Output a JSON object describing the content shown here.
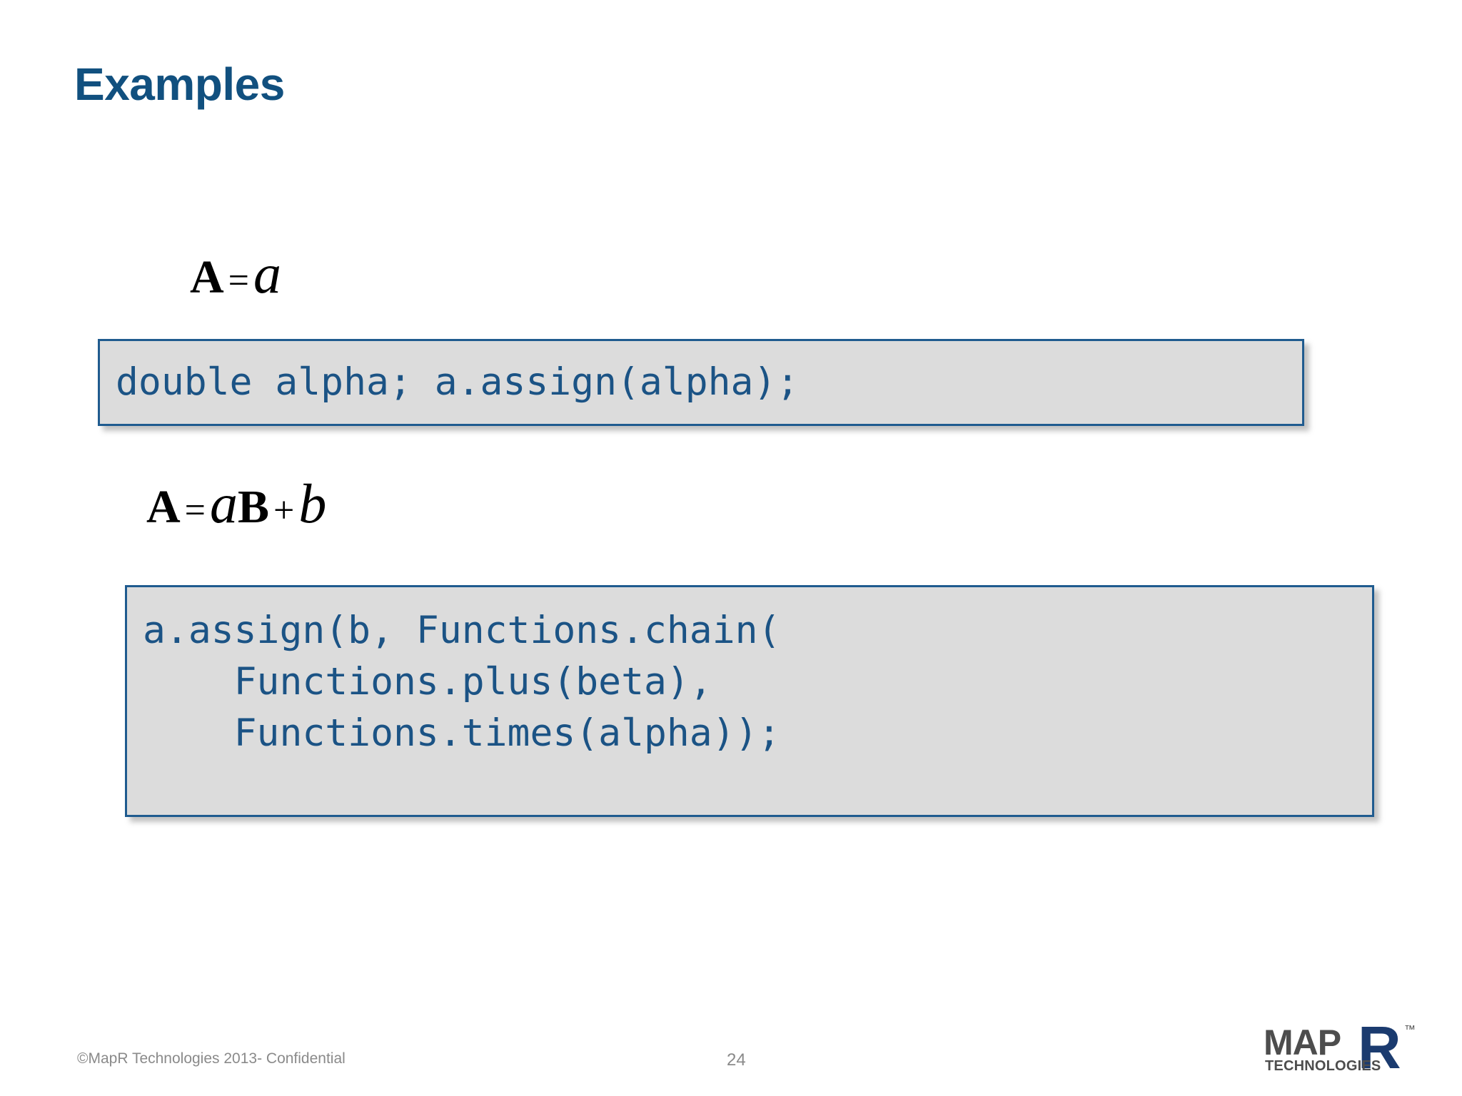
{
  "slide": {
    "title": "Examples",
    "page_number": "24",
    "copyright": "©MapR Technologies 2013- Confidential",
    "accent_color": "#11507f",
    "code_text_color": "#1b5385",
    "code_bg_color": "#dcdcdc",
    "code_border_color": "#1f5b8f",
    "footer_text_color": "#8a8a8a"
  },
  "formulas": [
    {
      "id": "formula-1",
      "plain": "A = a",
      "parts": [
        {
          "text": "A",
          "style": "matrix-bold"
        },
        {
          "text": "=",
          "style": "operator"
        },
        {
          "text": "a",
          "style": "scalar-italic"
        }
      ]
    },
    {
      "id": "formula-2",
      "plain": "A = aB + b",
      "parts": [
        {
          "text": "A",
          "style": "matrix-bold"
        },
        {
          "text": "=",
          "style": "operator"
        },
        {
          "text": "a",
          "style": "scalar-italic"
        },
        {
          "text": "B",
          "style": "matrix-bold"
        },
        {
          "text": "+",
          "style": "operator"
        },
        {
          "text": "b",
          "style": "scalar-italic"
        }
      ]
    }
  ],
  "code_blocks": [
    {
      "id": "code-box-1",
      "code": "double alpha; a.assign(alpha);"
    },
    {
      "id": "code-box-2",
      "code": "a.assign(b, Functions.chain(\n    Functions.plus(beta),\n    Functions.times(alpha));"
    }
  ],
  "logo": {
    "map": "MAP",
    "r": "R",
    "tm": "™",
    "technologies": "TECHNOLOGIES",
    "gray": "#4d4d4d",
    "blue": "#1b3b6f"
  }
}
